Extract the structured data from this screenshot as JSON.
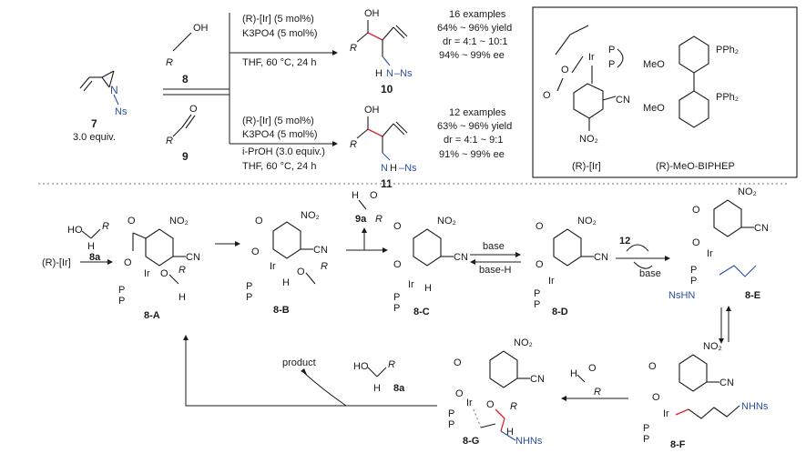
{
  "top": {
    "substrate_num": "7",
    "substrate_equiv": "3.0 equiv.",
    "alcohol_num": "8",
    "aldehyde_num": "9",
    "upper": {
      "catalyst": "(R)-[Ir] (5 mol%)",
      "base": "K3PO4 (5 mol%)",
      "conditions": "THF, 60 °C, 24 h",
      "product_num": "10",
      "results": [
        "16 examples",
        "64% ~ 96% yield",
        "dr = 4:1 ~ 10:1",
        "94% ~ 99% ee"
      ]
    },
    "lower": {
      "catalyst": "(R)-[Ir] (5 mol%)",
      "base": "K3PO4 (5 mol%)",
      "additive": "i-PrOH (3.0 equiv.)",
      "conditions": "THF, 60 °C, 24 h",
      "product_num": "11",
      "results": [
        "12 examples",
        "63% ~ 96% yield",
        "dr = 4:1 ~ 9:1",
        "91% ~ 99% ee"
      ]
    },
    "box": {
      "catalyst_label": "(R)-[Ir]",
      "ligand_label": "(R)-MeO-BIPHEP"
    }
  },
  "mechanism": {
    "start": "(R)-[Ir]",
    "reagent": "8a",
    "released": "9a",
    "acid_base_fwd": "base",
    "acid_base_rev": "base-H",
    "diene": "12",
    "base_out": "base",
    "product": "product",
    "intermediates": [
      "8-A",
      "8-B",
      "8-C",
      "8-D",
      "8-E",
      "8-F",
      "8-G"
    ]
  },
  "colors": {
    "ink": "#1a1a1a",
    "nitrogen": "#2a4f9f",
    "new_bond": "#d9232d",
    "divider": "#8c8c8c"
  }
}
